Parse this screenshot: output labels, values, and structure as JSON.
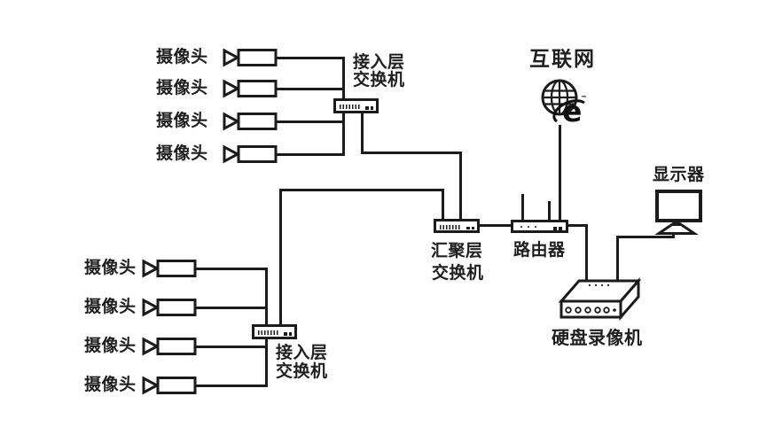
{
  "diagram_type": "network-topology",
  "colors": {
    "line": "#1b1b1b",
    "background": "#fefefe",
    "text": "#1f1f1f"
  },
  "cameras_top": [
    "摄像头",
    "摄像头",
    "摄像头",
    "摄像头"
  ],
  "cameras_bottom": [
    "摄像头",
    "摄像头",
    "摄像头",
    "摄像头"
  ],
  "nodes": {
    "access_switch_top": {
      "label_line1": "接入层",
      "label_line2": "交换机"
    },
    "access_switch_bottom": {
      "label_line1": "接入层",
      "label_line2": "交换机"
    },
    "aggregation_switch": {
      "label_line1": "汇聚层",
      "label_line2": "交换机"
    },
    "router": {
      "label": "路由器"
    },
    "internet": {
      "label": "互联网",
      "icon": "globe-ie-icon"
    },
    "monitor": {
      "label": "显示器"
    },
    "dvr": {
      "label": "硬盘录像机"
    }
  },
  "connections": [
    {
      "from": "cameras-top-1..4",
      "to": "access-switch-top"
    },
    {
      "from": "access-switch-top",
      "to": "aggregation-switch"
    },
    {
      "from": "cameras-bottom-1..4",
      "to": "access-switch-bottom"
    },
    {
      "from": "access-switch-bottom",
      "to": "aggregation-switch"
    },
    {
      "from": "aggregation-switch",
      "to": "router"
    },
    {
      "from": "router",
      "to": "internet"
    },
    {
      "from": "router",
      "to": "dvr"
    },
    {
      "from": "dvr",
      "to": "monitor"
    }
  ]
}
